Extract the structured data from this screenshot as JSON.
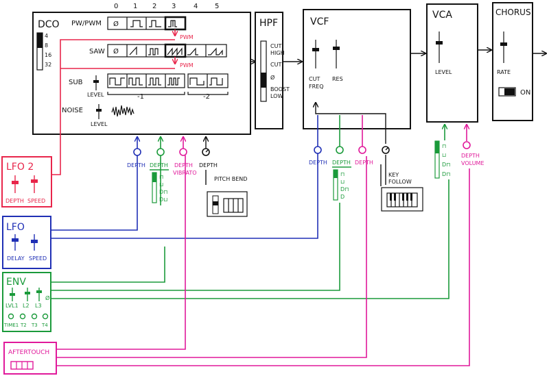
{
  "colors": {
    "ink": "#111111",
    "lfo2": "#e8254a",
    "env": "#1a9a3a",
    "lfo": "#1f2fb5",
    "aftertouch": "#e0189a"
  },
  "dco": {
    "title": "DCO",
    "range_values": [
      "4",
      "8",
      "16",
      "32"
    ],
    "wave_numbers": [
      "0",
      "1",
      "2",
      "3",
      "4",
      "5"
    ],
    "pw_label": "PW/PWM",
    "pw_zero": "Ø",
    "saw_label": "SAW",
    "saw_zero": "Ø",
    "pwm_tag_1": "PWM",
    "pwm_tag_2": "PWM",
    "sub_label": "SUB",
    "sub_level": "LEVEL",
    "sub_group_1": "-1",
    "sub_group_2": "-2",
    "noise_label": "NOISE",
    "noise_level": "LEVEL",
    "mod_depth_lfo": "DEPTH",
    "mod_depth_env": "DEPTH",
    "env_modes": [
      "⊓",
      "⊔",
      "D⊓",
      "D⊔"
    ],
    "mod_depth_vibrato": "DEPTH",
    "mod_vibrato": "VIBRATO",
    "mod_depth_bend": "DEPTH",
    "pitch_bend": "PITCH BEND"
  },
  "hpf": {
    "title": "HPF",
    "cut_high": [
      "CUT",
      "HIGH"
    ],
    "cut": "CUT",
    "zero": "Ø",
    "boost_low": [
      "BOOST",
      "LOW"
    ]
  },
  "vcf": {
    "title": "VCF",
    "cut_freq": [
      "CUT",
      "FREQ"
    ],
    "res": "RES",
    "depth_lfo": "DEPTH",
    "depth_env": "DEPTH",
    "env_modes": [
      "⊓",
      "⊔",
      "D⊓",
      "D"
    ],
    "depth_at": "DEPTH",
    "key_follow": [
      "KEY",
      "FOLLOW"
    ]
  },
  "vca": {
    "title": "VCA",
    "level": "LEVEL",
    "env_modes": [
      "⊓",
      "⊔",
      "D⊓",
      "D⊓"
    ],
    "depth_volume": [
      "DEPTH",
      "VOLUME"
    ]
  },
  "chorus": {
    "title": "CHORUS",
    "rate": "RATE",
    "on": "ON"
  },
  "lfo2": {
    "title": "LFO 2",
    "depth": "DEPTH",
    "speed": "SPEED"
  },
  "lfo": {
    "title": "LFO",
    "delay": "DELAY",
    "speed": "SPEED"
  },
  "env": {
    "title": "ENV",
    "l1": "LVL1",
    "l2": "L2",
    "l3": "L3",
    "zero": "Ø",
    "times": [
      "TIME1",
      "T2",
      "T3",
      "T4"
    ]
  },
  "aftertouch": {
    "title": "AFTERTOUCH"
  }
}
